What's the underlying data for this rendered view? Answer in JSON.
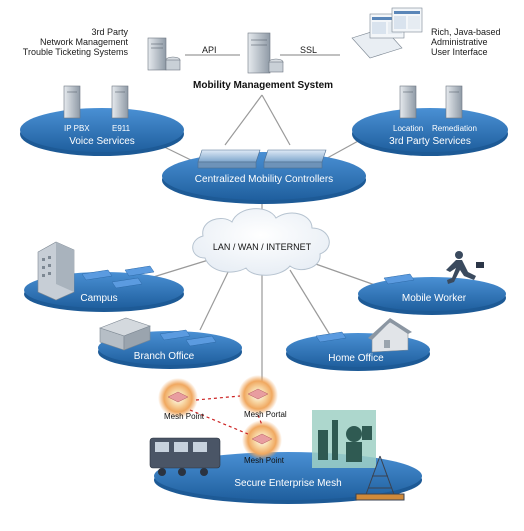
{
  "top": {
    "left_text": [
      "3rd Party",
      "Network Management",
      "Trouble Ticketing Systems"
    ],
    "api_label": "API",
    "ssl_label": "SSL",
    "right_text": [
      "Rich, Java-based",
      "Administrative",
      "User Interface"
    ],
    "mms_label": "Mobility Management System"
  },
  "voice": {
    "label": "Voice Services",
    "items": [
      "IP PBX",
      "E911"
    ]
  },
  "third_party": {
    "label": "3rd Party Services",
    "items": [
      "Location",
      "Remediation"
    ]
  },
  "controllers": {
    "label": "Centralized Mobility Controllers"
  },
  "network": {
    "label": "LAN / WAN / INTERNET"
  },
  "sites": {
    "campus": "Campus",
    "mobile_worker": "Mobile Worker",
    "branch_office": "Branch Office",
    "home_office": "Home Office"
  },
  "mesh": {
    "label": "Secure Enterprise Mesh",
    "mesh_point_1": "Mesh Point",
    "mesh_portal": "Mesh Portal",
    "mesh_point_2": "Mesh Point"
  },
  "colors": {
    "platform": "#2f76bb",
    "platform_dark": "#1d5a96",
    "line": "#9a9a9a",
    "dashed": "#cc2222"
  }
}
